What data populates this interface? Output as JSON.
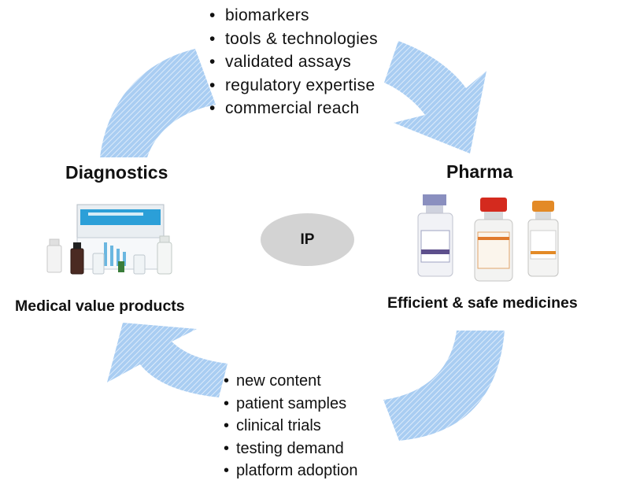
{
  "diagram": {
    "top_flow": {
      "items": [
        "biomarkers",
        "tools & technologies",
        "validated assays",
        "regulatory expertise",
        "commercial reach"
      ]
    },
    "bottom_flow": {
      "items": [
        "new content",
        "patient samples",
        "clinical trials",
        "testing demand",
        "platform adoption"
      ]
    },
    "left_node": {
      "title": "Diagnostics",
      "subtitle": "Medical value products",
      "image": "diagnostic-kit-illustration"
    },
    "right_node": {
      "title": "Pharma",
      "subtitle": "Efficient & safe medicines",
      "image": "medicine-vials-illustration"
    },
    "center": {
      "label": "IP"
    },
    "colors": {
      "arrow_fill": "#a9cdf2",
      "arrow_hatch": "#ffffff",
      "ip_fill": "#d3d3d3",
      "text": "#111111"
    }
  }
}
